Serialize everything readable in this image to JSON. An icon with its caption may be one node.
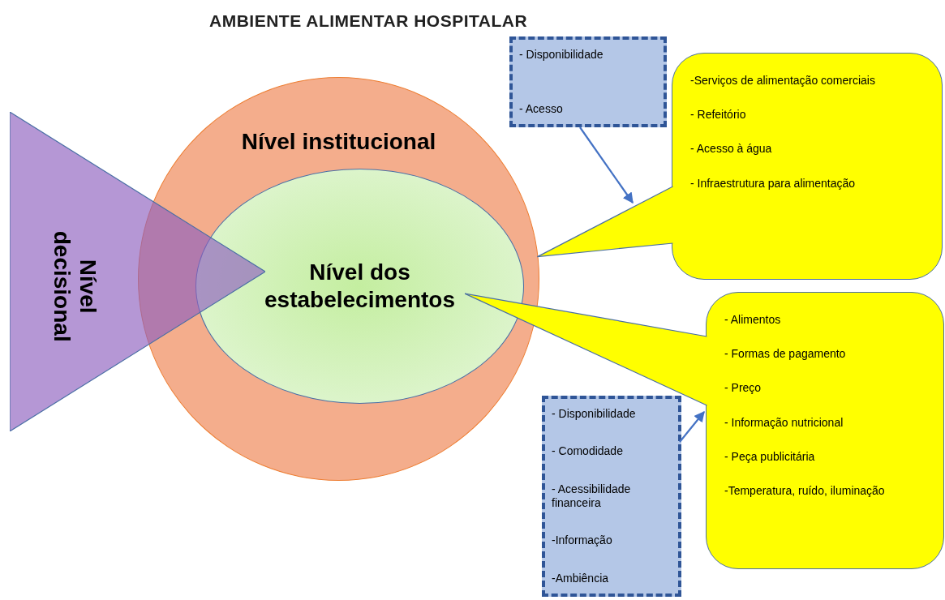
{
  "diagram": {
    "title": "AMBIENTE ALIMENTAR HOSPITALAR",
    "nodes": [
      {
        "text": [
          "Nível decisional"
        ]
      },
      {
        "text": [
          "Nível institucional"
        ]
      },
      {
        "text": [
          "Nível dos estabelecimentos"
        ],
        "in": 1
      },
      {
        "text": [
          "- Disponibilidade",
          "- Acesso"
        ]
      },
      {
        "text": [
          "-Serviços de alimentação comerciais",
          "- Refeitório",
          "- Acesso à água",
          "- Infraestrutura para alimentação"
        ]
      },
      {
        "text": [
          "- Alimentos",
          "- Formas de pagamento",
          "- Preço",
          "- Informação nutricional",
          "- Peça publicitária",
          "-Temperatura, ruído, iluminação"
        ]
      },
      {
        "text": [
          "- Disponibilidade",
          "- Comodidade",
          "- Acessibilidade financeira",
          "-Informação",
          "-Ambiência"
        ]
      }
    ],
    "edges": [
      {
        "from": 4,
        "to": 1,
        "arrow": "none"
      },
      {
        "from": 5,
        "to": 2,
        "arrow": "none"
      },
      {
        "from": 3,
        "to": 4,
        "arrow": "to"
      },
      {
        "from": 6,
        "to": 5,
        "arrow": "to"
      }
    ]
  }
}
